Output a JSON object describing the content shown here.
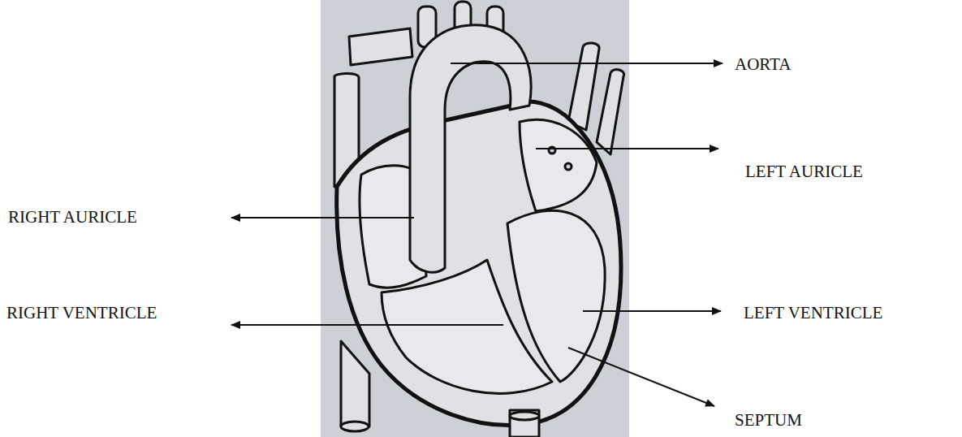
{
  "diagram": {
    "labels": [
      "AORTA",
      "LEFT AURICLE",
      "RIGHT AURICLE",
      "LEFT VENTRICLE",
      "RIGHT VENTRICLE",
      "SEPTUM"
    ]
  }
}
